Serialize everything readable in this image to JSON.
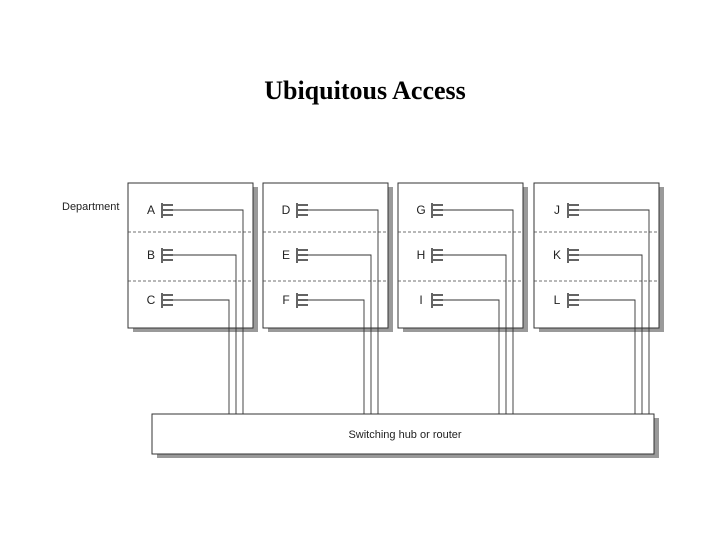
{
  "title": "Ubiquitous Access",
  "department_label": "Department",
  "hub_label": "Switching hub or router",
  "racks": [
    {
      "ports": [
        "A",
        "B",
        "C"
      ]
    },
    {
      "ports": [
        "D",
        "E",
        "F"
      ]
    },
    {
      "ports": [
        "G",
        "H",
        "I"
      ]
    },
    {
      "ports": [
        "J",
        "K",
        "L"
      ]
    }
  ]
}
